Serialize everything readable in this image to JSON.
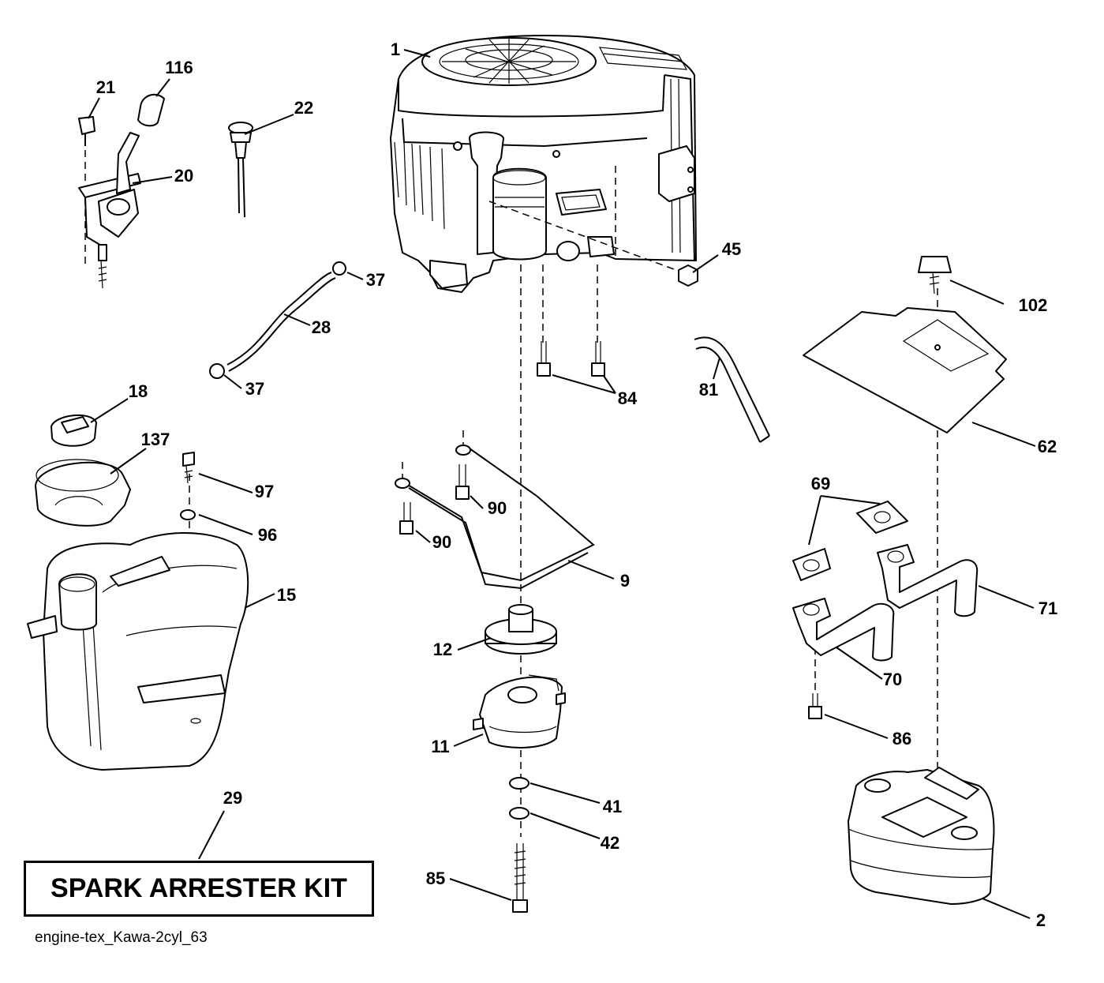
{
  "callouts": [
    {
      "id": "1",
      "label": "1"
    },
    {
      "id": "2",
      "label": "2"
    },
    {
      "id": "9",
      "label": "9"
    },
    {
      "id": "11",
      "label": "11"
    },
    {
      "id": "12",
      "label": "12"
    },
    {
      "id": "15",
      "label": "15"
    },
    {
      "id": "18",
      "label": "18"
    },
    {
      "id": "20",
      "label": "20"
    },
    {
      "id": "21",
      "label": "21"
    },
    {
      "id": "22",
      "label": "22"
    },
    {
      "id": "28",
      "label": "28"
    },
    {
      "id": "29",
      "label": "29"
    },
    {
      "id": "37a",
      "label": "37"
    },
    {
      "id": "37b",
      "label": "37"
    },
    {
      "id": "41",
      "label": "41"
    },
    {
      "id": "42",
      "label": "42"
    },
    {
      "id": "45",
      "label": "45"
    },
    {
      "id": "62",
      "label": "62"
    },
    {
      "id": "69",
      "label": "69"
    },
    {
      "id": "70",
      "label": "70"
    },
    {
      "id": "71",
      "label": "71"
    },
    {
      "id": "81",
      "label": "81"
    },
    {
      "id": "84",
      "label": "84"
    },
    {
      "id": "85",
      "label": "85"
    },
    {
      "id": "86",
      "label": "86"
    },
    {
      "id": "90a",
      "label": "90"
    },
    {
      "id": "90b",
      "label": "90"
    },
    {
      "id": "96",
      "label": "96"
    },
    {
      "id": "97",
      "label": "97"
    },
    {
      "id": "102",
      "label": "102"
    },
    {
      "id": "116",
      "label": "116"
    },
    {
      "id": "137",
      "label": "137"
    }
  ],
  "kit_box": {
    "label": "SPARK ARRESTER KIT"
  },
  "diagram_id": "engine-tex_Kawa-2cyl_63"
}
